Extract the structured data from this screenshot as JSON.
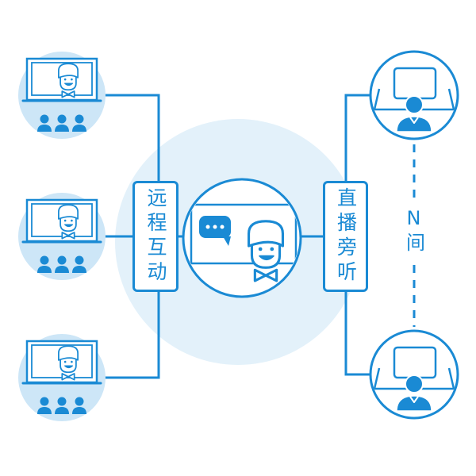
{
  "labels": {
    "remote_interaction": "远程互动",
    "live_observation": "直播旁听",
    "rooms_count": "N间"
  },
  "colors": {
    "accent": "#1a8ad4",
    "background_circle": "#e3f1fa",
    "classroom_fill": "#cde6f7"
  },
  "icons": {
    "center": [
      "blackboard-icon",
      "speech-bubble-icon",
      "teacher-icon"
    ],
    "left_nodes": [
      "monitor-icon",
      "teacher-icon",
      "audience-group-icon"
    ],
    "right_nodes": [
      "monitor-icon",
      "desk-icon",
      "student-icon"
    ]
  }
}
